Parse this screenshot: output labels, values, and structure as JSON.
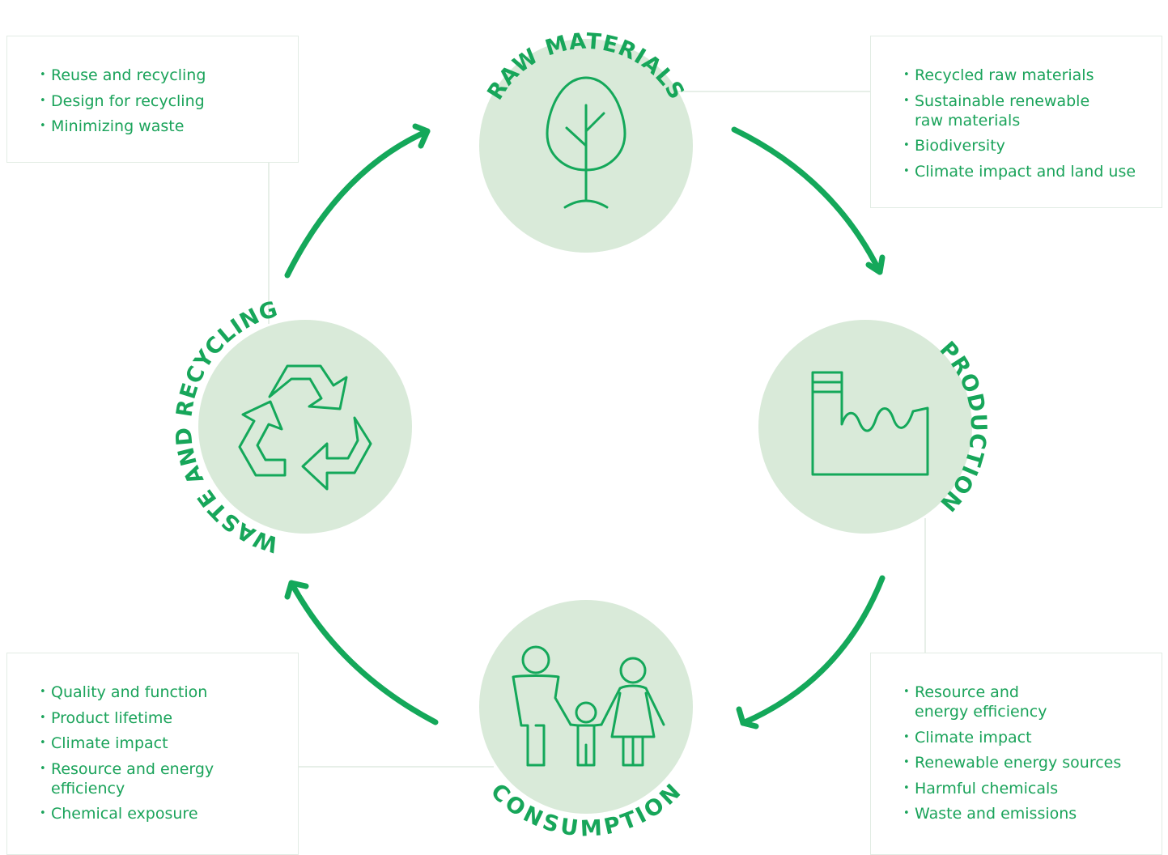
{
  "colors": {
    "accent": "#14a85a",
    "circle_fill": "#d9ead9",
    "connector": "#dfeae0",
    "text": "#1aa35a"
  },
  "stages": {
    "raw_materials": {
      "label": "RAW MATERIALS",
      "icon": "tree-icon"
    },
    "production": {
      "label": "PRODUCTION",
      "icon": "factory-icon"
    },
    "consumption": {
      "label": "CONSUMPTION",
      "icon": "family-icon"
    },
    "waste_recycling": {
      "label": "WASTE AND RECYCLING",
      "icon": "recycle-icon"
    }
  },
  "boxes": {
    "waste_recycling": [
      "Reuse and recycling",
      "Design for recycling",
      "Minimizing waste"
    ],
    "raw_materials": [
      "Recycled raw materials",
      "Sustainable renewable\nraw materials",
      "Biodiversity",
      "Climate impact and land use"
    ],
    "consumption": [
      "Quality and function",
      "Product lifetime",
      "Climate impact",
      "Resource and energy\nefficiency",
      "Chemical exposure"
    ],
    "production": [
      "Resource and\nenergy efficiency",
      "Climate impact",
      "Renewable energy sources",
      "Harmful chemicals",
      "Waste and emissions"
    ]
  }
}
